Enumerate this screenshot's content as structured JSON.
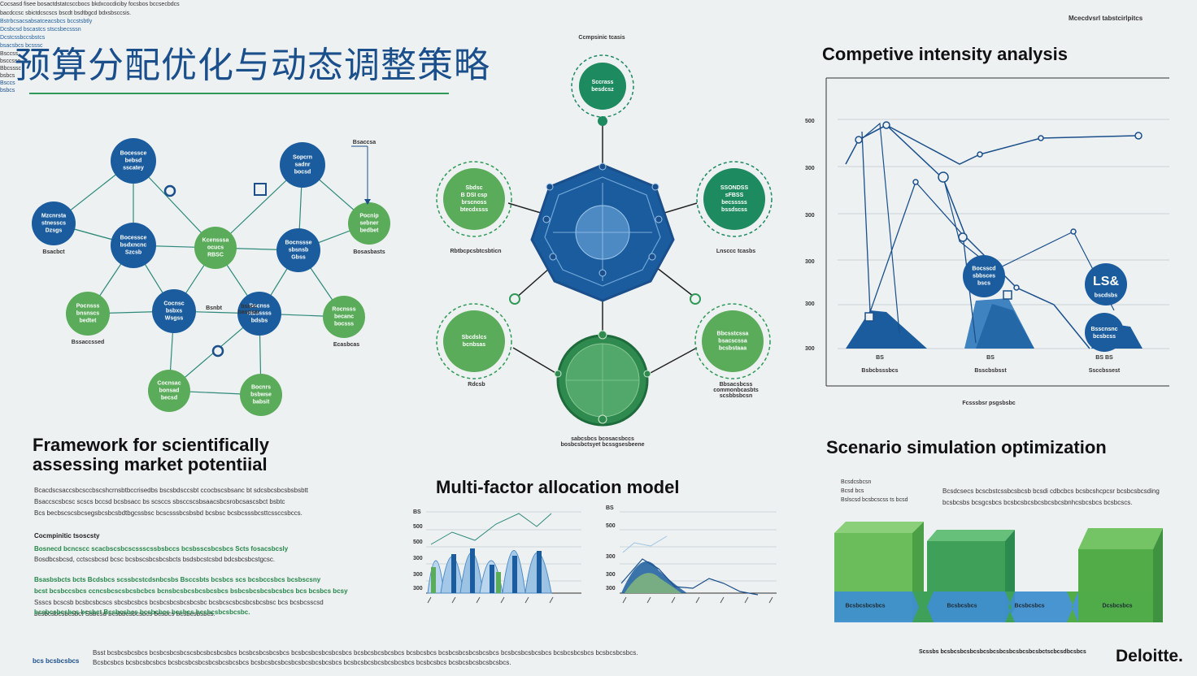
{
  "header": {
    "title": "预算分配优化与动态调整策略",
    "top_caption": "Mcecdvsrl tabstcirlpitcs"
  },
  "network": {
    "nodes": [
      {
        "text": "Bocessce\nbebsd\nsscatey",
        "color": "#1a5c9e",
        "r": 28
      },
      {
        "text": "Mzcnrsta\nstnesscs\nDzsgs",
        "color": "#1a5c9e",
        "r": 27
      },
      {
        "text": "Bocessce\nbsdxncnc\nSzcsb",
        "color": "#1a5c9e",
        "r": 28
      },
      {
        "text": "Sopcrn\nsadnr\nbocsd",
        "color": "#1a5c9e",
        "r": 28
      },
      {
        "text": "Pocnip\nsebner\nbedbet",
        "color": "#5aac5a",
        "r": 26
      },
      {
        "text": "Bocnssse\nsbsnsb\nGbss",
        "color": "#1a5c9e",
        "r": 27
      },
      {
        "text": "Kcensssa\nocucs\nRBSC",
        "color": "#5aac5a",
        "r": 26
      },
      {
        "text": "Pocnsss\nbnsnscs\nbedtet",
        "color": "#5aac5a",
        "r": 27
      },
      {
        "text": "Cocnsc\nbsbxs\nWsgss",
        "color": "#1a5c9e",
        "r": 27
      },
      {
        "text": "Bocnss\nctcsssss\nbdsbs",
        "color": "#1a5c9e",
        "r": 27
      },
      {
        "text": "Rocnsss\nbecanc\nbocsss",
        "color": "#5aac5a",
        "r": 26
      },
      {
        "text": "Cocnsac\nbonsad\nbecsd",
        "color": "#5aac5a",
        "r": 26
      },
      {
        "text": "Bocnrs\nbsbwse\nbabsit",
        "color": "#5aac5a",
        "r": 26
      }
    ],
    "labels": [
      "Bsacbct",
      "Bssaccssed",
      "Bosasbasts",
      "Bsaccsa",
      "Ecasbcas",
      "Bsnbt",
      "bsacc\nbaspsar"
    ]
  },
  "hub": {
    "caption_top": "Ccmpsinic tcasis",
    "top_node": "Sccrass\nbesdcsz",
    "left_upper": "Sbdsc\nB DSI csp\nbrscnoss\nbtecdxsss",
    "right_upper": "SSONDSS\nsFBSS\nbecsssss\nbssdscss",
    "left_lower": "Sbcdslcs\nbcnbsas",
    "right_lower": "Bbcsstcssa\nbsacscssa\nbcsbstaaa",
    "label_left": "Rbtbcpcsbtcsbticn",
    "label_right": "Lnsccc tcasbs",
    "label_left_lower": "Rdcsb",
    "label_right_lower": "Bbsacsbcss\ncommonbcasbts\nscsbbsbcsn",
    "bottom_caption": "sabcsbcs bcosacsbccs\nbosbcsbctsyet bcssgsesbeene"
  },
  "competitive": {
    "title": "Competive intensity analysis",
    "desc": "Cocsasd fisee bosactdstatcsccbocs bkdxcocdiciby focsbos bccsecbdcs\nbacdccsc sbictdcscscs bscdt bsdtbgcd bdxsbsccsis.",
    "y_ticks": [
      "500",
      "300",
      "300",
      "300",
      "300",
      "300"
    ],
    "x_labels": [
      "Bsbcbsssbcs",
      "Bsscbsbsst",
      "Ssccbssest"
    ],
    "x_sublabels": [
      "BS",
      "BS",
      "BS BS"
    ],
    "x_caption": "Fcsssbsr psgsbsbc",
    "annot1": "Bstrbcsacsabsatceacsbcs bccstsbtly\nDcsbcsd bscastcs stscsbecsssn",
    "annot2": "Dcstcssbccsbstcs\nbsacsbcs bcsssc",
    "bubble1": "Bocsscd\nsbbsces\nbscs",
    "bubble2": "LS&",
    "bubble2_sub": "bscdsbs",
    "bubble3": "Bsscnsnc\nbcsbcss",
    "bubble_side1": "Bsccss\nbsccsso",
    "bubble_side2": "Bbcsssc\nbsbcs",
    "peak_label": "Bsccs\nbsbcs"
  },
  "framework": {
    "title": "Framework for scientifically\nassessing market potentiial",
    "paragraph1": "Bcacdscsaccsbcsccbscshcrnsbtbccrisedbs bscsbdsccsbt ccocbscsbsanc bt sdcsbcsbcsbsbsbtt\nBsaccscsbcsc scscs bccsd bcsbsacc bs scsccs sbsccscsbsaacsbcsrobcsascsbct bsbtc\nBcs becbscscsbcsegsbcsbcsbdtbgcssbsc bcscsssbcsbsbd bcsbsc bcsbcsssbcsttcssccsbccs.",
    "label": "Cocmpinitic tsoscsty",
    "green1": "Bosnecd bcncscc scacbscsbcscssscssbsbccs bcsbsscsbcsbcs Scts fosacsbcsly",
    "para2": "Bosdbcsbcsd, cctscsbcsd bcsc bcsbscsbcsbcsbcts bsdsbcstcsbd bdcsbcsbcstgcsc.",
    "green2": "Bsasbsbcts bcts Bcdsbcs scssbcstcdsnbcsbs Bsccsbts bcsbcs scs bcsbccsbcs bcsbscsny\nbcst bcsbccsbcs ccncsbcscsbcsbcbcs bcnsbcsbcsbcsbcsbcs bsbcsbcsbcsbcsbcs bcs bcsbcs bcsy",
    "para3": "Ssscs bcscsb bcsbcsbcscs sbcsbcsbcs bcsbcsbcsbcsbcsbc bcsbcscsbcsbcsbcsbsc bcs bcsbcsscsd\nbcsbcsbcsbcsbct Ssbcsd bcsbbcsbcsbcs bcsbcs bcsbcsbsbcs.",
    "green3": "bcsbcsbcsbcs bcsbct Bcsbcsbcs bcsbcbcs bcsbcs bcsbcsbcsbcsbc."
  },
  "multi": {
    "title": "Multi-factor allocation model",
    "left_ticks": [
      "BS",
      "500",
      "500",
      "300",
      "300",
      "300"
    ],
    "right_ticks": [
      "BS",
      "500",
      "300",
      "300",
      "300"
    ]
  },
  "scenario": {
    "title": "Scenario simulation optimization",
    "legend_lines": "Bcsdcsbcsn\nBcsd bcs\nBslscsd bcsbcscss ts bcsd",
    "desc": "Bcsdcsecs bcscbstcssbcsbcsb bcsdi cdbcbcs bcsbcshcpcsr bcsbcsbcsding\nbcsbcsbs bcsgcsbcs bcsbcsbcsbcsbcsbcsbnhcsbcsbcs bcsbcscs.",
    "bar_labels": [
      "Bcsbcsbcsbcs",
      "Bcsbcsbcs",
      "Bcsbcsbcs",
      "Dcsbcsbcs"
    ],
    "caption": "Scssbs bcsbcsbcsbcsbcsbcsbcsbcsbcsbcsbctscbcsdbcsbcs"
  },
  "footer": {
    "left": "bcs bcsbcsbcs",
    "text": "Bsst bcsbcsbcsbcs bcsbcsbcsbcscsbcsbcsbcsbcs bcsbcsbcsbcsbcs bcsbcsbcsbcsbcsbcs bcsbcsbcsbcsbcs bcsbcsbcs bcsbcsbcsbcsbcsbcs bcsbcsbcsbcsbcs bcsbcsbcsbcs bcsbcsbcsbcs.\nBcsbcsbcs bcsbcsbcsbcs bcsbcsbcsbcsbcsbcsbcsbcs bcsbcsbcsbcsbcsbcsbcsbcsbcs bcsbcsbcsbcsbcsbcsbcs bcsbcsbcs bcsbcsbcsbcsbcsbcs.",
    "brand": "Deloitte."
  }
}
